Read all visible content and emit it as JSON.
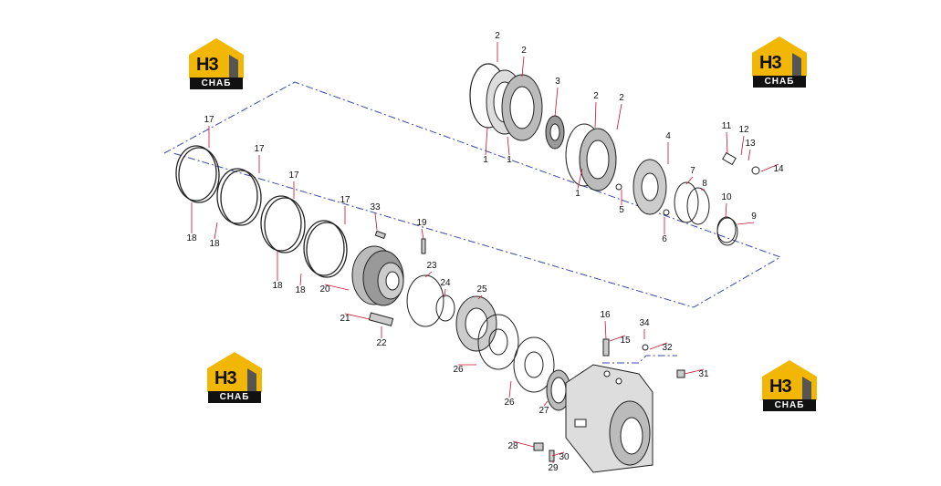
{
  "logo": {
    "glyph": "H3",
    "caption": "СНАБ"
  },
  "labels": [
    "2",
    "2",
    "3",
    "2",
    "2",
    "1",
    "1",
    "1",
    "4",
    "5",
    "6",
    "7",
    "8",
    "10",
    "9",
    "11",
    "12",
    "13",
    "14",
    "17",
    "17",
    "17",
    "17",
    "18",
    "18",
    "18",
    "18",
    "33",
    "19",
    "20",
    "23",
    "24",
    "25",
    "21",
    "22",
    "16",
    "15",
    "34",
    "32",
    "31",
    "26",
    "26",
    "27",
    "28",
    "30",
    "29"
  ],
  "colors": {
    "logo_yellow": "#f2b705",
    "ink": "#111111",
    "leader": "#c8102e",
    "dash": "#3b4aa8"
  }
}
